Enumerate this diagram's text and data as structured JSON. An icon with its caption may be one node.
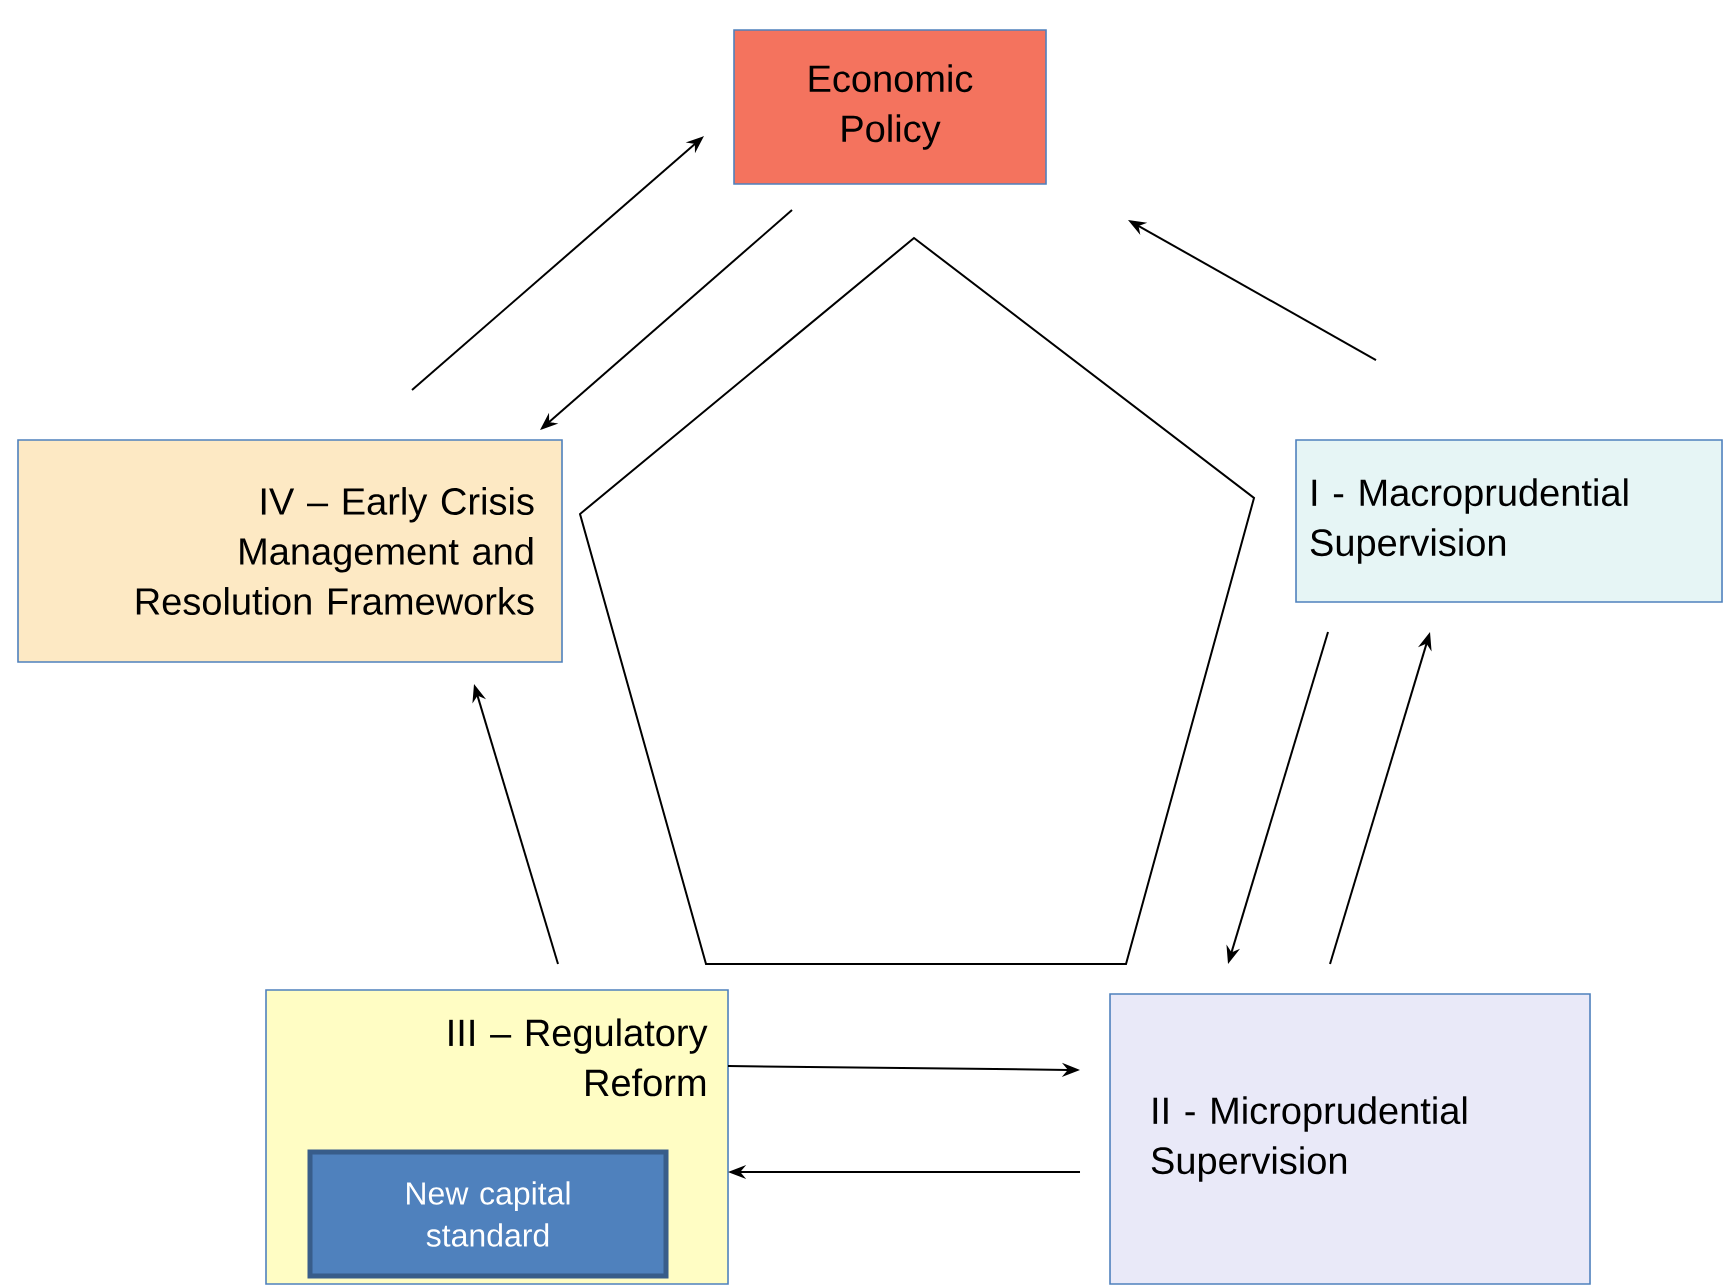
{
  "diagram": {
    "nodes": [
      {
        "text": [
          "Economic Policy"
        ]
      },
      {
        "text": [
          "IV – Early Crisis Management and Resolution Frameworks"
        ]
      },
      {
        "text": [
          "I - Macroprudential Supervision"
        ]
      },
      {
        "text": [
          "III – Regulatory Reform"
        ]
      },
      {
        "text": [
          "New capital standard"
        ],
        "in": 3
      },
      {
        "text": [
          "II - Microprudential Supervision"
        ]
      }
    ],
    "edges": [
      {
        "from": 1,
        "to": 0,
        "arrow": "to"
      },
      {
        "from": 0,
        "to": 1,
        "arrow": "to"
      },
      {
        "from": 2,
        "to": 0,
        "arrow": "to"
      },
      {
        "from": 3,
        "to": 1,
        "arrow": "to"
      },
      {
        "from": 2,
        "to": 5,
        "arrow": "to"
      },
      {
        "from": 5,
        "to": 2,
        "arrow": "to"
      },
      {
        "from": 3,
        "to": 5,
        "arrow": "to"
      },
      {
        "from": 5,
        "to": 3,
        "arrow": "to"
      }
    ]
  }
}
